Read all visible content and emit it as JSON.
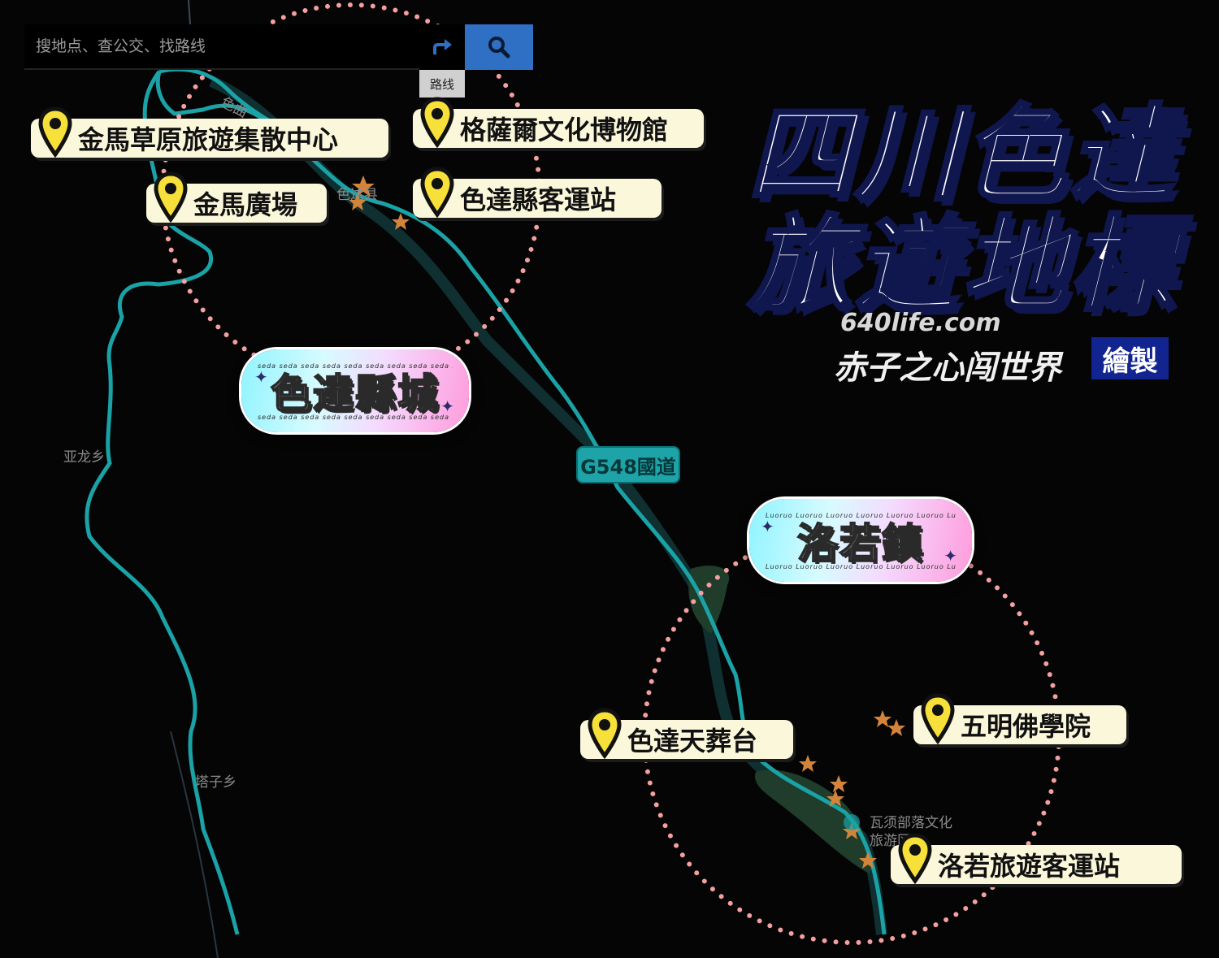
{
  "search": {
    "placeholder": "搜地点、查公交、找路线",
    "route_tooltip": "路线"
  },
  "title": {
    "line1": "四川色達",
    "line2": "旅遊地標"
  },
  "credits": {
    "site": "640life.com",
    "author": "赤子之心闯世界",
    "badge": "繪製"
  },
  "areas": {
    "seda": {
      "name": "色達縣城",
      "pattern": "seda seda seda seda seda seda seda seda seda seda"
    },
    "luoruo": {
      "name": "洛若鎮",
      "pattern": "Luoruo Luoruo Luoruo Luoruo Luoruo Luoruo Luoruo"
    }
  },
  "road": {
    "name": "G548國道"
  },
  "pois": [
    {
      "name": "金馬草原旅遊集散中心"
    },
    {
      "name": "格薩爾文化博物館"
    },
    {
      "name": "金馬廣場"
    },
    {
      "name": "色達縣客運站"
    },
    {
      "name": "色達天葬台"
    },
    {
      "name": "五明佛學院"
    },
    {
      "name": "洛若旅遊客運站"
    }
  ],
  "map_labels": {
    "seda_county": "色达县",
    "river": "色曲",
    "yalong": "亚龙乡",
    "tazi": "塔子乡",
    "wasu_line1": "瓦须部落文化",
    "wasu_line2": "旅游区"
  },
  "colors": {
    "road": "#1aa2a6",
    "pin": "#f7e03a",
    "dotted_circle": "#f5a0a0",
    "title_shadow": "#10174f",
    "star": "#d4843a"
  }
}
